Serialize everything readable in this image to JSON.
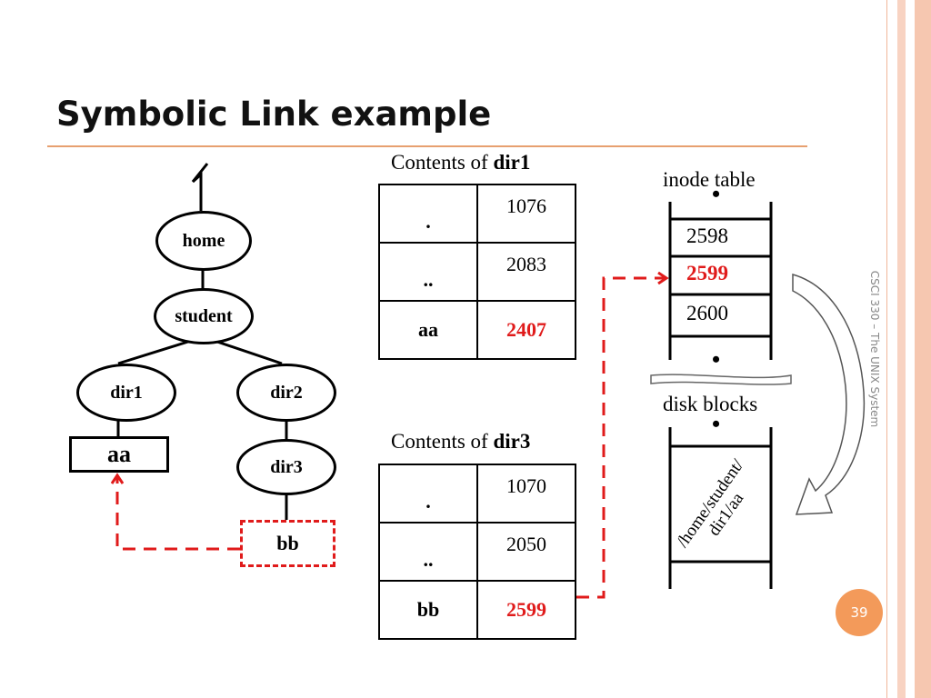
{
  "slide": {
    "title": "Symbolic Link example",
    "side_label": "CSCI 330 – The UNIX System",
    "page_number": "39",
    "colors": {
      "accent": "#e7a070",
      "link": "#e01b1b",
      "badge": "#f39a5a"
    }
  },
  "tree": {
    "nodes": {
      "home": "home",
      "student": "student",
      "dir1": "dir1",
      "dir2": "dir2",
      "dir3": "dir3",
      "aa": "aa",
      "bb": "bb"
    }
  },
  "dir1_table": {
    "caption_prefix": "Contents of ",
    "caption_name": "dir1",
    "rows": [
      {
        "name": ".",
        "inode": "1076"
      },
      {
        "name": "..",
        "inode": "2083"
      },
      {
        "name": "aa",
        "inode": "2407"
      }
    ]
  },
  "dir3_table": {
    "caption_prefix": "Contents of ",
    "caption_name": "dir3",
    "rows": [
      {
        "name": ".",
        "inode": "1070"
      },
      {
        "name": "..",
        "inode": "2050"
      },
      {
        "name": "bb",
        "inode": "2599"
      }
    ]
  },
  "inode_table": {
    "label": "inode table",
    "slots": [
      "2598",
      "2599",
      "2600"
    ],
    "ellipsis": "•"
  },
  "disk_blocks": {
    "label": "disk blocks",
    "ellipsis": "•",
    "content_line1": "/home/student/",
    "content_line2": "dir1/aa"
  }
}
